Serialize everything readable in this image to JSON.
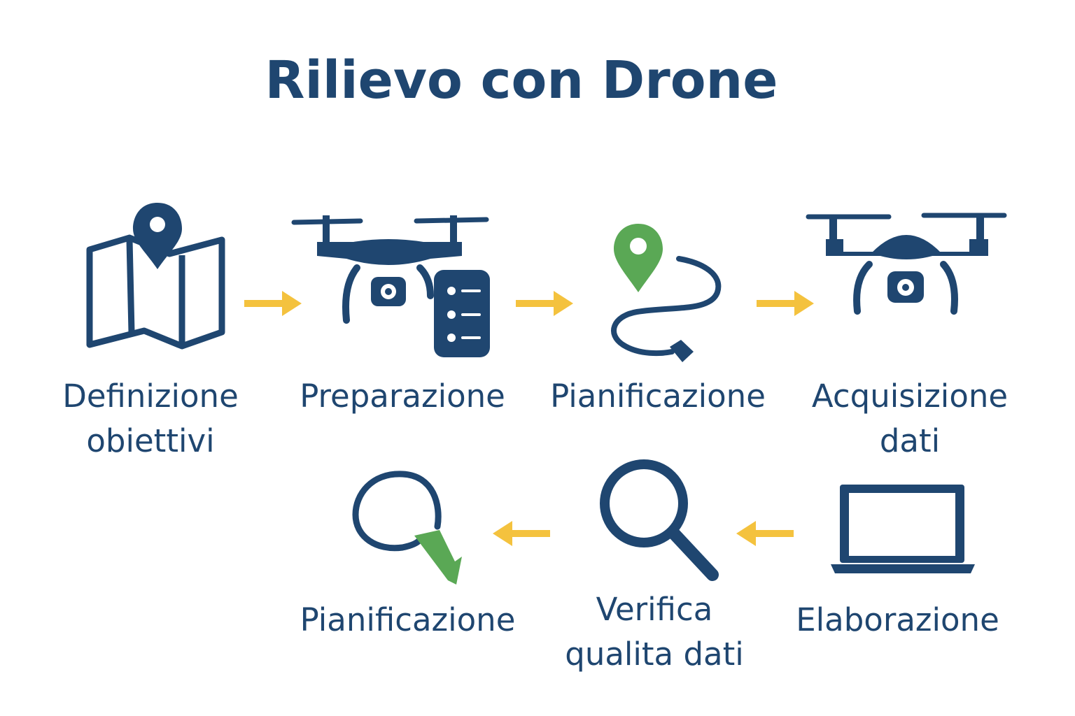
{
  "title": "Rilievo con Drone",
  "colors": {
    "primary": "#1f4670",
    "accent_green": "#5aa855",
    "arrow_yellow": "#f4c23e",
    "background": "#ffffff"
  },
  "steps": [
    {
      "icon": "map-pin-icon",
      "label_lines": [
        "Definizione",
        "obiettivi"
      ]
    },
    {
      "icon": "drone-controller-icon",
      "label_lines": [
        "Preparazione"
      ]
    },
    {
      "icon": "route-pin-icon",
      "label_lines": [
        "Pianificazione"
      ]
    },
    {
      "icon": "drone-icon",
      "label_lines": [
        "Acquisizione",
        "dati"
      ]
    },
    {
      "icon": "laptop-icon",
      "label_lines": [
        "Elaborazione"
      ]
    },
    {
      "icon": "magnifier-icon",
      "label_lines": [
        "Verifica",
        "qualita dati"
      ]
    },
    {
      "icon": "ribbon-badge-icon",
      "label_lines": [
        "Pianificazione"
      ]
    }
  ],
  "flow": [
    "row-1-left-to-right",
    "row-2-right-to-left"
  ]
}
